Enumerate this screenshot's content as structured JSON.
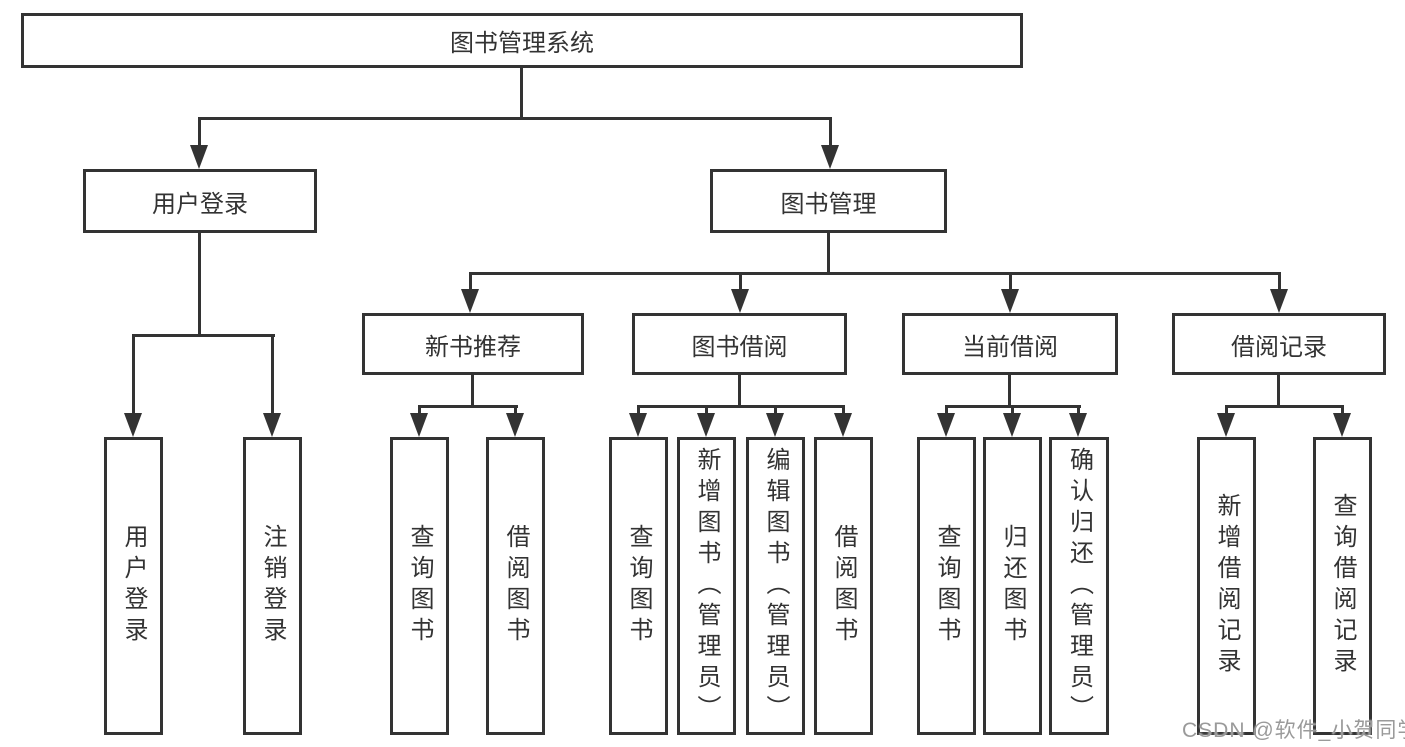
{
  "watermark": "CSDN @软件_小贺同学",
  "colors": {
    "line": "#333333",
    "text": "#333333",
    "watermark": "#9a9a9a",
    "background": "#ffffff"
  },
  "tree": {
    "label": "图书管理系统",
    "children": [
      {
        "label": "用户登录",
        "children": [
          {
            "label": "用户登录"
          },
          {
            "label": "注销登录"
          }
        ]
      },
      {
        "label": "图书管理",
        "children": [
          {
            "label": "新书推荐",
            "children": [
              {
                "label": "查询图书"
              },
              {
                "label": "借阅图书"
              }
            ]
          },
          {
            "label": "图书借阅",
            "children": [
              {
                "label": "查询图书"
              },
              {
                "label": "新增图书（管理员）"
              },
              {
                "label": "编辑图书（管理员）"
              },
              {
                "label": "借阅图书"
              }
            ]
          },
          {
            "label": "当前借阅",
            "children": [
              {
                "label": "查询图书"
              },
              {
                "label": "归还图书"
              },
              {
                "label": "确认归还（管理员）"
              }
            ]
          },
          {
            "label": "借阅记录",
            "children": [
              {
                "label": "新增借阅记录"
              },
              {
                "label": "查询借阅记录"
              }
            ]
          }
        ]
      }
    ]
  }
}
